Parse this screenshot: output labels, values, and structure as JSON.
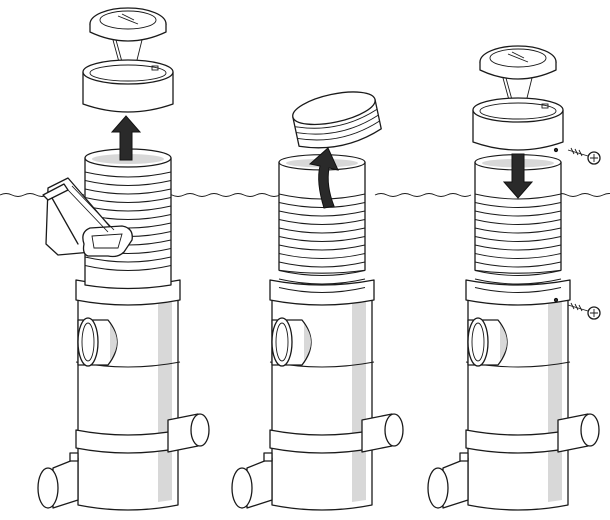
{
  "colors": {
    "background": "#ffffff",
    "line": "#1a1a1a",
    "arrow": "#2a2a2a",
    "shade": "#d8d8d8"
  },
  "steps": [
    {
      "id": "step-1",
      "action": "clamp-and-lift-cover"
    },
    {
      "id": "step-2",
      "action": "remove-lid"
    },
    {
      "id": "step-3",
      "action": "lower-cover-and-screw"
    }
  ]
}
